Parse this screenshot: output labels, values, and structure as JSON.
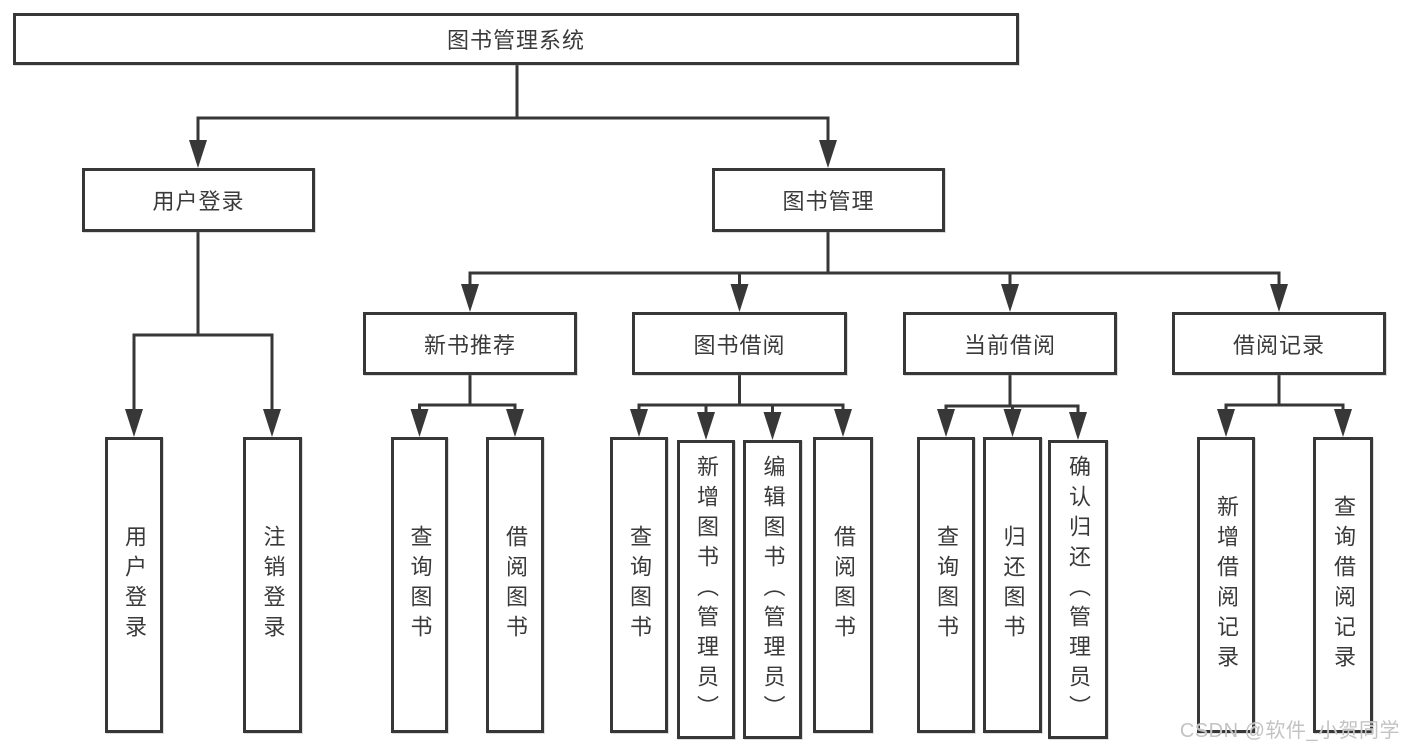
{
  "colors": {
    "line": "#373737",
    "text": "#3a3a3a",
    "box_background": "#ffffff",
    "watermark": "#c3c3c3"
  },
  "diagram": {
    "title": "图书管理系统",
    "level2": {
      "user_login": "用户登录",
      "book_management": "图书管理"
    },
    "level3": {
      "new_book_recommend": "新书推荐",
      "book_borrowing": "图书借阅",
      "current_borrowing": "当前借阅",
      "borrowing_records": "借阅记录"
    },
    "leaves": {
      "login": "用户登录",
      "logout": "注销登录",
      "recommend_query_books": "查询图书",
      "recommend_borrow_books": "借阅图书",
      "borrowing_query_books": "查询图书",
      "borrowing_add_books": "新增图书（管理员）",
      "borrowing_edit_books": "编辑图书（管理员）",
      "borrowing_borrow_books": "借阅图书",
      "current_query_books": "查询图书",
      "current_return_books": "归还图书",
      "current_confirm_return": "确认归还（管理员）",
      "records_add_record": "新增借阅记录",
      "records_query_record": "查询借阅记录"
    }
  },
  "watermark": {
    "text": "CSDN @软件_小贺同学"
  }
}
